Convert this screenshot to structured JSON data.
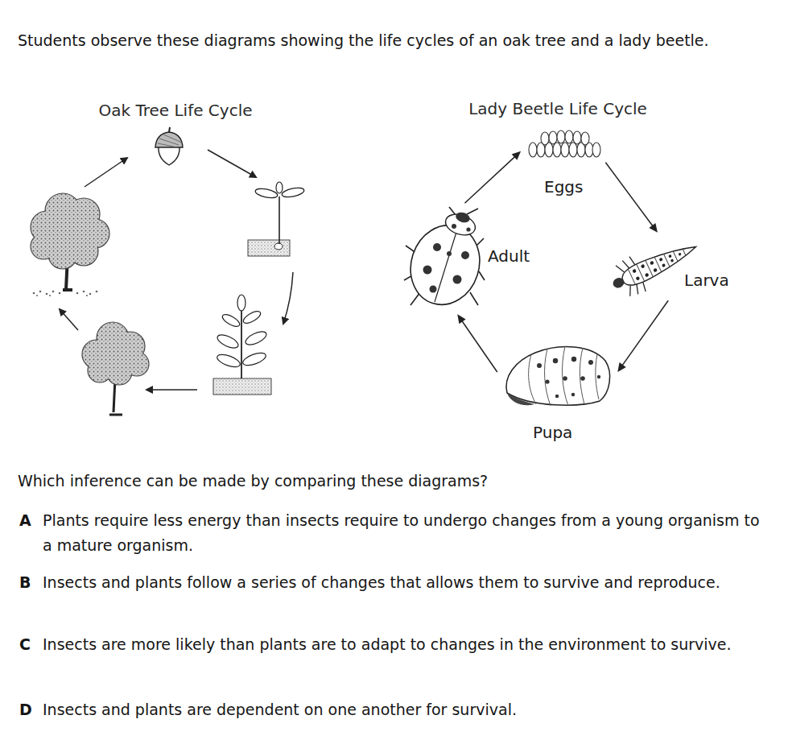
{
  "diagram": {
    "nodes": [
      {
        "text": [
          "Eggs"
        ]
      },
      {
        "text": [
          "Larva"
        ]
      },
      {
        "text": [
          "Pupa"
        ]
      },
      {
        "text": [
          "Adult"
        ]
      }
    ],
    "edges": [
      {
        "from": 0,
        "to": 1,
        "arrow": "to"
      },
      {
        "from": 1,
        "to": 2,
        "arrow": "to"
      },
      {
        "from": 2,
        "to": 3,
        "arrow": "to"
      },
      {
        "from": 3,
        "to": 0,
        "arrow": "to"
      }
    ],
    "labels": [
      "Students observe these diagrams showing the life cycles of an oak tree and a lady beetle.",
      "Oak Tree Life Cycle",
      "Lady Beetle Life Cycle",
      "Which inference can be made by comparing these diagrams?",
      "A",
      "Plants require less energy than insects require to undergo changes from a young organism to a mature organism.",
      "B",
      "Insects and plants follow a series of changes that allows them to survive and reproduce.",
      "C",
      "Insects are more likely than plants are to adapt to changes in the environment to survive.",
      "D",
      "Insects and plants are dependent on one another for survival."
    ]
  }
}
